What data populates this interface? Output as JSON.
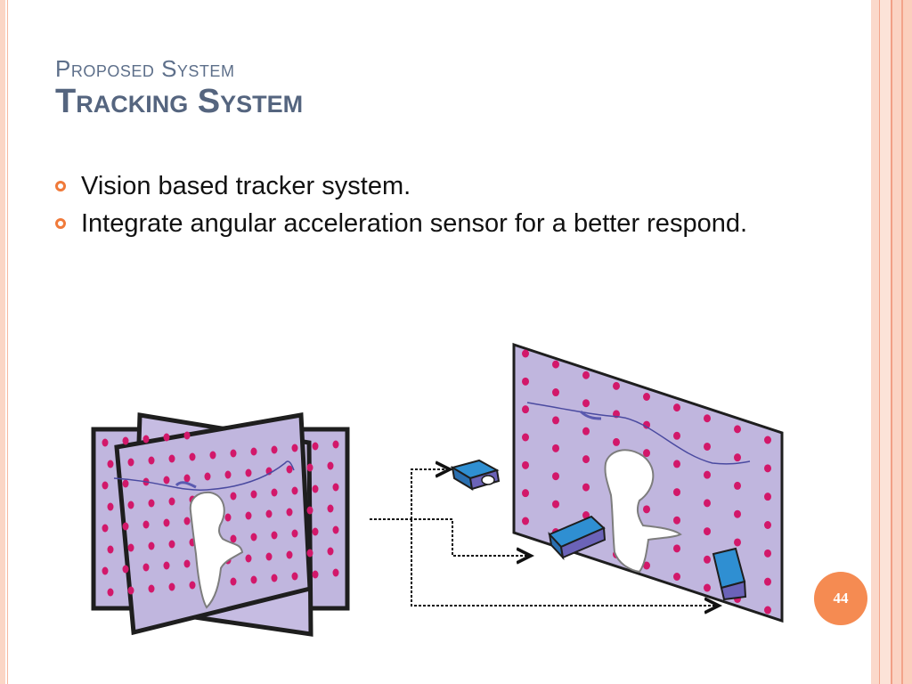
{
  "slide": {
    "subtitle": "Proposed System",
    "title": "Tracking System",
    "bullets": [
      {
        "text": "Vision based tracker system."
      },
      {
        "text": "Integrate angular acceleration sensor for a better respond."
      }
    ],
    "page_number": "44"
  },
  "colors": {
    "accent": "#f07a3a",
    "title": "#5d6f8a",
    "panel_fill": "#c0b6de",
    "dot": "#d2186a",
    "device": "#2f8fd2"
  },
  "icons": {
    "bullet": "hollow-circle"
  }
}
